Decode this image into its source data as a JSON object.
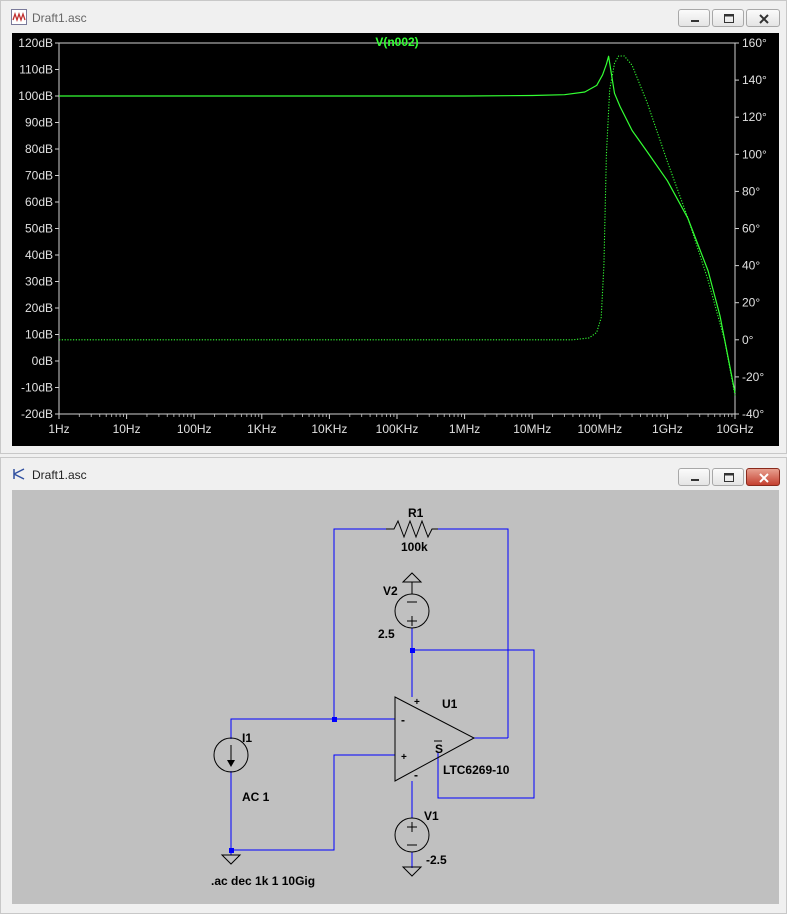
{
  "plot_window": {
    "title": "Draft1.asc",
    "trace_label": "V(n002)"
  },
  "schematic_window": {
    "title": "Draft1.asc",
    "components": {
      "r1": {
        "ref": "R1",
        "value": "100k"
      },
      "v2": {
        "ref": "V2",
        "value": "2.5"
      },
      "v1": {
        "ref": "V1",
        "value": "-2.5"
      },
      "i1": {
        "ref": "I1",
        "value": "AC 1"
      },
      "u1": {
        "ref": "U1",
        "model": "LTC6269-10",
        "pin_plus": "+",
        "pin_minus": "-",
        "shdn": "S",
        "supply_plus": "+",
        "supply_minus": "-"
      }
    },
    "directive": ".ac dec 1k 1 10Gig"
  },
  "colors": {
    "trace": "#33ff33",
    "wire": "#0000ff",
    "plot_bg": "#000000",
    "schematic_bg": "#c0c0c0",
    "axis_text": "#e0e0e0"
  },
  "chart_data": {
    "type": "line",
    "title": "V(n002)",
    "x_scale": "log",
    "xlim": [
      1,
      10000000000
    ],
    "x_ticks": [
      "1Hz",
      "10Hz",
      "100Hz",
      "1KHz",
      "10KHz",
      "100KHz",
      "1MHz",
      "10MHz",
      "100MHz",
      "1GHz",
      "10GHz"
    ],
    "y_left_ticks": [
      "120dB",
      "110dB",
      "100dB",
      "90dB",
      "80dB",
      "70dB",
      "60dB",
      "50dB",
      "40dB",
      "30dB",
      "20dB",
      "10dB",
      "0dB",
      "-10dB",
      "-20dB"
    ],
    "y_left_lim": [
      -20,
      120
    ],
    "y_right_ticks": [
      "160°",
      "140°",
      "120°",
      "100°",
      "80°",
      "60°",
      "40°",
      "20°",
      "0°",
      "-20°",
      "-40°"
    ],
    "y_right_lim": [
      -40,
      160
    ],
    "series": [
      {
        "style": "solid",
        "axis": "left",
        "points": [
          [
            1,
            100
          ],
          [
            100000,
            100
          ],
          [
            1000000,
            100
          ],
          [
            10000000,
            100.2
          ],
          [
            30000000,
            100.5
          ],
          [
            60000000,
            101.5
          ],
          [
            90000000,
            104
          ],
          [
            110000000,
            108
          ],
          [
            125000000,
            112
          ],
          [
            135000000,
            115
          ],
          [
            145000000,
            110
          ],
          [
            165000000,
            101
          ],
          [
            200000000,
            96
          ],
          [
            300000000,
            87
          ],
          [
            500000000,
            79
          ],
          [
            1000000000,
            68
          ],
          [
            2000000000,
            54
          ],
          [
            4000000000,
            34
          ],
          [
            6000000000,
            17
          ],
          [
            10000000000,
            -12
          ]
        ]
      },
      {
        "style": "dotted",
        "axis": "right",
        "points": [
          [
            1,
            0
          ],
          [
            100000,
            0
          ],
          [
            10000000,
            0
          ],
          [
            40000000,
            0
          ],
          [
            70000000,
            1
          ],
          [
            90000000,
            4
          ],
          [
            105000000,
            12
          ],
          [
            115000000,
            40
          ],
          [
            125000000,
            100
          ],
          [
            140000000,
            135
          ],
          [
            165000000,
            149
          ],
          [
            190000000,
            153
          ],
          [
            230000000,
            153
          ],
          [
            300000000,
            148
          ],
          [
            500000000,
            128
          ],
          [
            1000000000,
            96
          ],
          [
            2000000000,
            66
          ],
          [
            4000000000,
            32
          ],
          [
            7000000000,
            0
          ],
          [
            10000000000,
            -30
          ]
        ]
      }
    ]
  }
}
